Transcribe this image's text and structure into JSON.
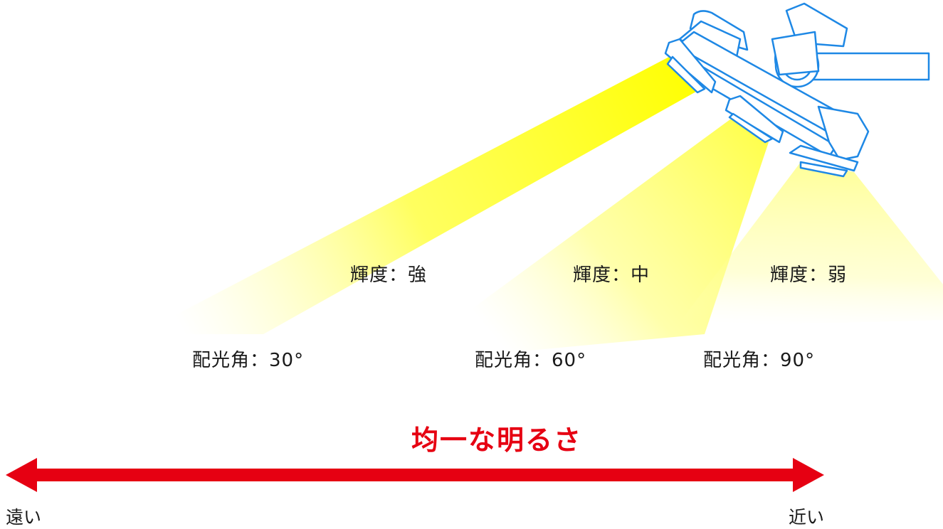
{
  "beams": [
    {
      "brightness_label": "輝度：強",
      "angle_label": "配光角：30°"
    },
    {
      "brightness_label": "輝度：中",
      "angle_label": "配光角：60°"
    },
    {
      "brightness_label": "輝度：弱",
      "angle_label": "配光角：90°"
    }
  ],
  "headline": "均一な明るさ",
  "arrow": {
    "left_label": "遠い",
    "right_label": "近い"
  },
  "colors": {
    "accent_red": "#e60012",
    "light_yellow": "#ffff00",
    "fixture_outline": "#1e88e5",
    "text": "#1a1a1a"
  }
}
